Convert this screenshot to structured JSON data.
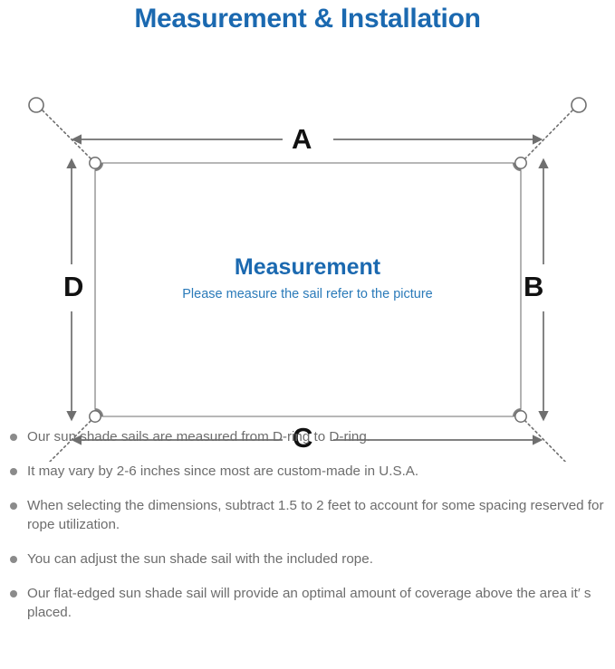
{
  "page": {
    "title": "Measurement & Installation",
    "title_color": "#1b69b0"
  },
  "diagram": {
    "name": "sun-shade-sail-measurement-diagram",
    "sail_center": {
      "heading": "Measurement",
      "subheading": "Please measure the sail refer to the picture",
      "heading_color": "#1b69b0",
      "subheading_color": "#2a7ab9"
    },
    "dimension_labels": [
      {
        "id": "a",
        "label": "A",
        "position": "top",
        "description": "top width dimension"
      },
      {
        "id": "b",
        "label": "B",
        "position": "right",
        "description": "right height dimension"
      },
      {
        "id": "c",
        "label": "C",
        "position": "bottom",
        "description": "bottom width dimension"
      },
      {
        "id": "d",
        "label": "D",
        "position": "left",
        "description": "left height dimension"
      }
    ],
    "corners": [
      {
        "id": "top-left",
        "ring": "d-ring",
        "anchor": "anchor-point"
      },
      {
        "id": "top-right",
        "ring": "d-ring",
        "anchor": "anchor-point"
      },
      {
        "id": "bottom-left",
        "ring": "d-ring",
        "anchor": "anchor-point"
      },
      {
        "id": "bottom-right",
        "ring": "d-ring",
        "anchor": "anchor-point"
      }
    ],
    "line_color": "#7a7a7a",
    "sail_outline_color": "#9a9a9a"
  },
  "notes": [
    {
      "text": "Our sun shade sails are measured from D-ring to D-ring."
    },
    {
      "text": "It may vary by 2-6 inches since most are custom-made in U.S.A."
    },
    {
      "text": "When selecting the dimensions, subtract 1.5 to 2 feet to account for some spacing reserved for rope utilization."
    },
    {
      "text": "You can adjust the sun shade sail with the included rope."
    },
    {
      "text": "Our flat-edged sun shade sail will provide an optimal amount of coverage above the area it′ s placed."
    }
  ]
}
